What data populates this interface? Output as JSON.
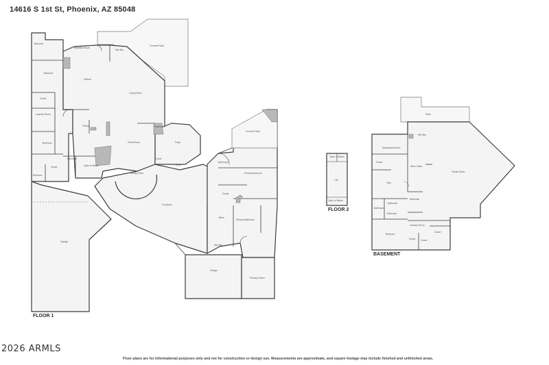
{
  "header": {
    "address": "14616 S 1st St, Phoenix, AZ 85048"
  },
  "floors": {
    "floor1": "FLOOR 1",
    "floor2": "FLOOR 2",
    "basement": "BASEMENT"
  },
  "footer": {
    "copyright": "2026 ARMLS",
    "disclaimer": "Floor plans are for informational purposes only and not for construction or design use. Measurements are approximate, and square footage may include finished and unfinished areas."
  },
  "colors": {
    "wall": "#3a3a3a",
    "floor": "#f4f4f4",
    "fixture": "#b8b8b8",
    "patio": "#f7f7f7"
  }
}
